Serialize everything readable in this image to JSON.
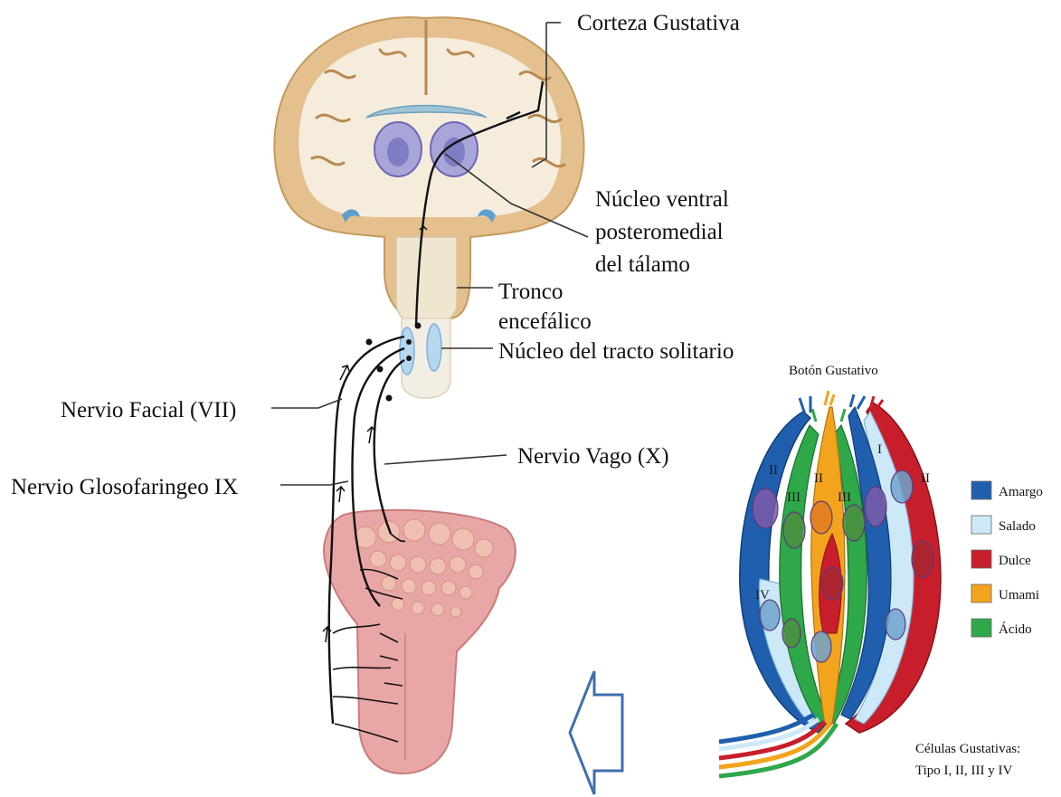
{
  "labels": {
    "gustatory_cortex": "Corteza Gustativa",
    "vpm_line1": "Núcleo ventral",
    "vpm_line2": "posteromedial",
    "vpm_line3": "del tálamo",
    "brainstem_line1": "Tronco",
    "brainstem_line2": "encefálico",
    "solitary_nucleus": "Núcleo del tracto solitario",
    "facial_nerve": "Nervio Facial (VII)",
    "vagus_nerve": "Nervio Vago (X)",
    "glossopharyngeal_nerve": "Nervio Glosofaringeo IX"
  },
  "taste_bud": {
    "title": "Botón Gustativo",
    "cell_types": [
      "II",
      "III",
      "II",
      "III",
      "I",
      "II",
      "IV"
    ],
    "footnote_line1": "Células Gustativas:",
    "footnote_line2": "Tipo I, II, III y IV"
  },
  "legend": [
    {
      "label": "Amargo",
      "color": "#1f5fae"
    },
    {
      "label": "Salado",
      "color": "#cde8f7"
    },
    {
      "label": "Dulce",
      "color": "#c81e2b"
    },
    {
      "label": "Umami",
      "color": "#f2a41c"
    },
    {
      "label": "Ácido",
      "color": "#2fa84a"
    }
  ]
}
